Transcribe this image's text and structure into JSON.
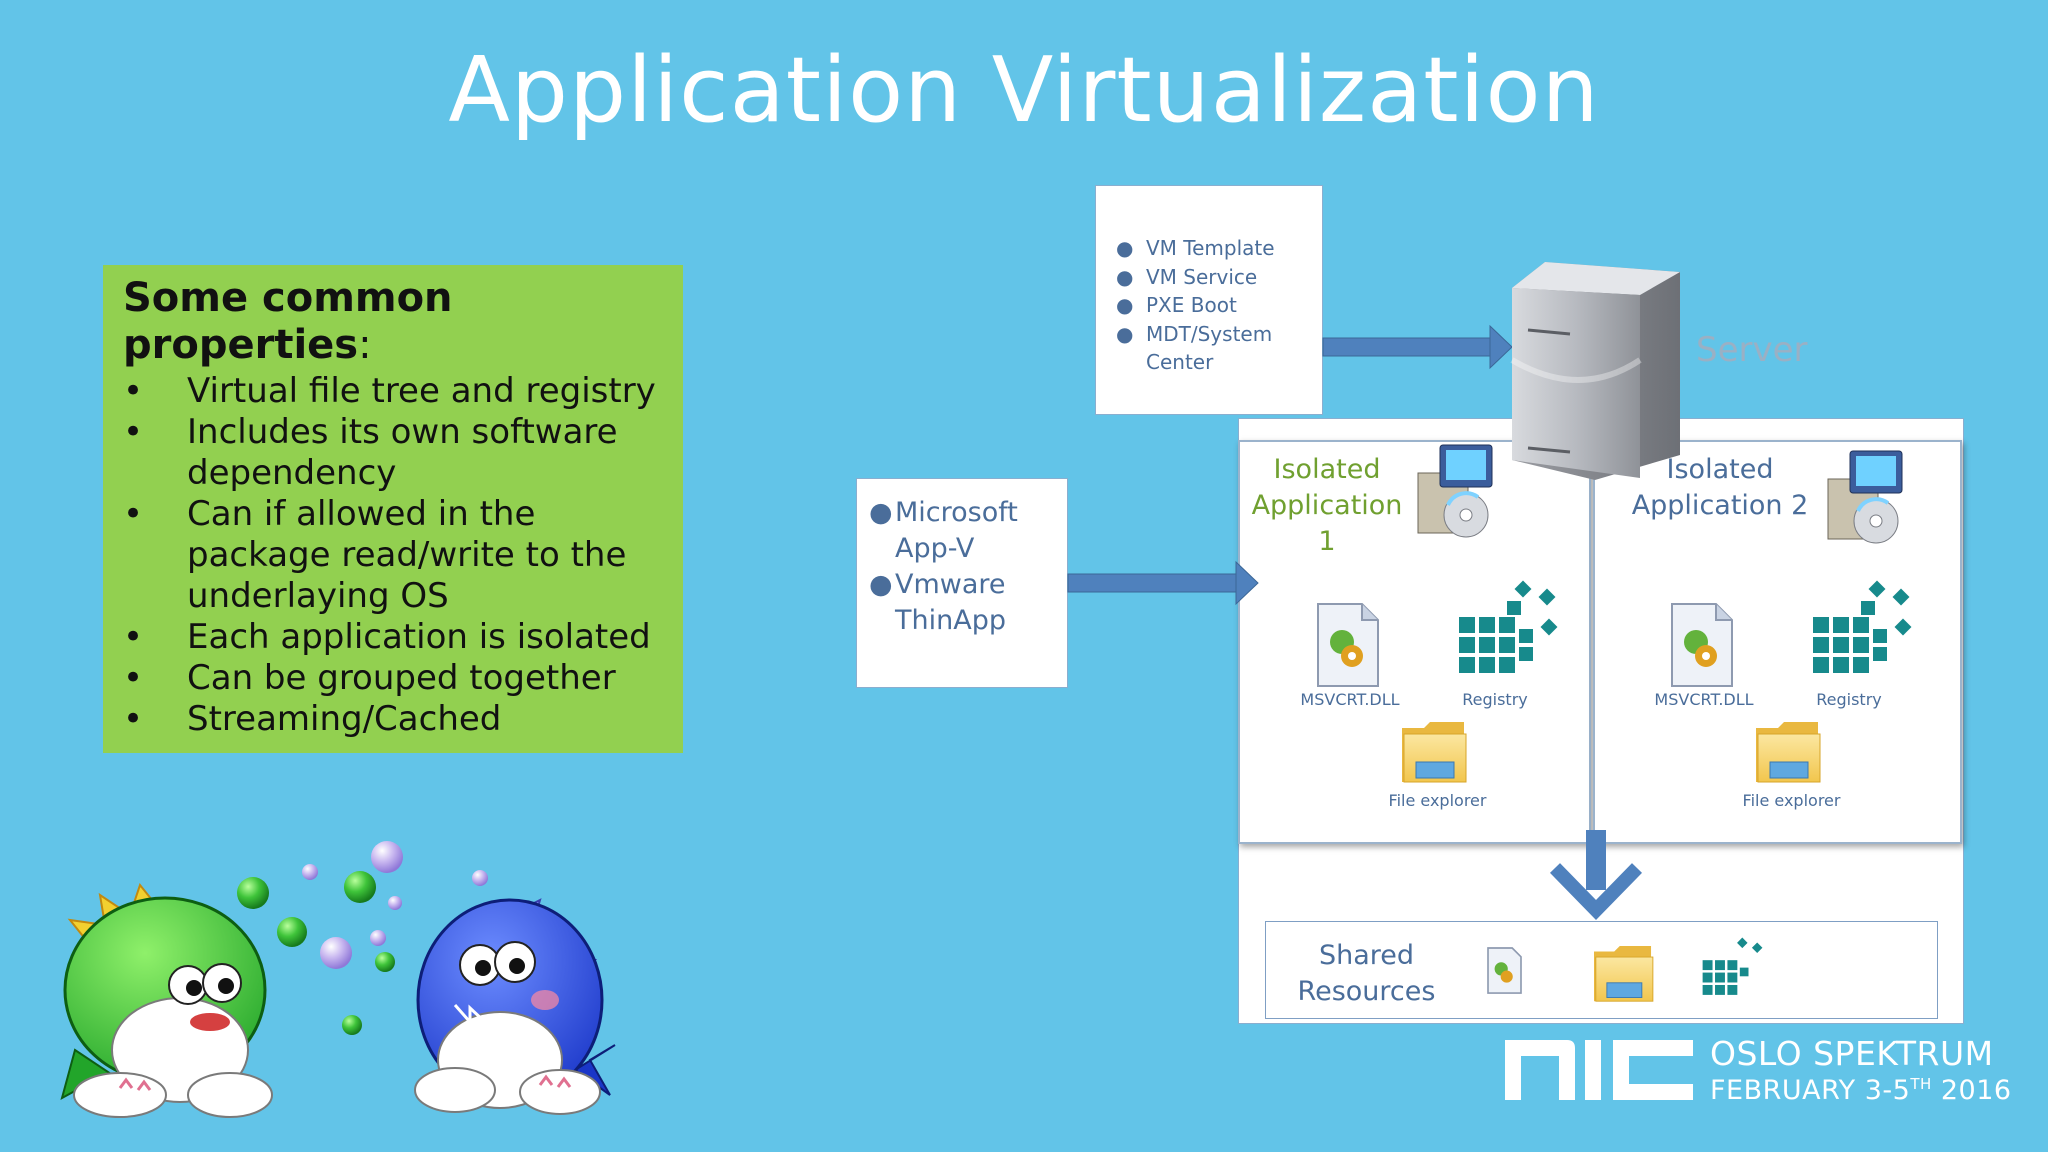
{
  "slide": {
    "title": "Application Virtualization"
  },
  "properties": {
    "heading": "Some common properties",
    "heading_suffix": ":",
    "bullet_char": "•",
    "items": [
      "Virtual file tree and registry",
      "Includes its own software dependency",
      "Can if allowed in the package read/write to the underlaying OS",
      "Each application is isolated",
      "Can be grouped together",
      "Streaming/Cached"
    ]
  },
  "vm_box": {
    "items": [
      "VM Template",
      "VM Service",
      "PXE Boot",
      "MDT/System Center"
    ]
  },
  "appv_box": {
    "items": [
      "Microsoft App-V",
      "Vmware ThinApp"
    ]
  },
  "server": {
    "label": "Server"
  },
  "isolated_apps": [
    {
      "title": "Isolated Application 1",
      "dll_label": "MSVCRT.DLL",
      "registry_label": "Registry",
      "explorer_label": "File explorer"
    },
    {
      "title": "Isolated Application 2",
      "dll_label": "MSVCRT.DLL",
      "registry_label": "Registry",
      "explorer_label": "File explorer"
    }
  ],
  "shared": {
    "label": "Shared Resources"
  },
  "event": {
    "brand": "NIC",
    "venue": "OSLO SPEKTRUM",
    "date_prefix": "FEBRUARY 3-5",
    "date_sup": "TH",
    "date_year": " 2016"
  },
  "colors": {
    "background": "#62c4e8",
    "properties_box": "#92d050",
    "arrow": "#4f81bd",
    "diagram_text": "#4a6d9a",
    "isolated_app1_title": "#70a030"
  },
  "icons": [
    "server-icon",
    "installer-icon",
    "dll-file-icon",
    "registry-icon",
    "folder-icon",
    "arrow-icon",
    "mascot-green-dragon",
    "mascot-blue-dragon",
    "bubble-icon"
  ]
}
